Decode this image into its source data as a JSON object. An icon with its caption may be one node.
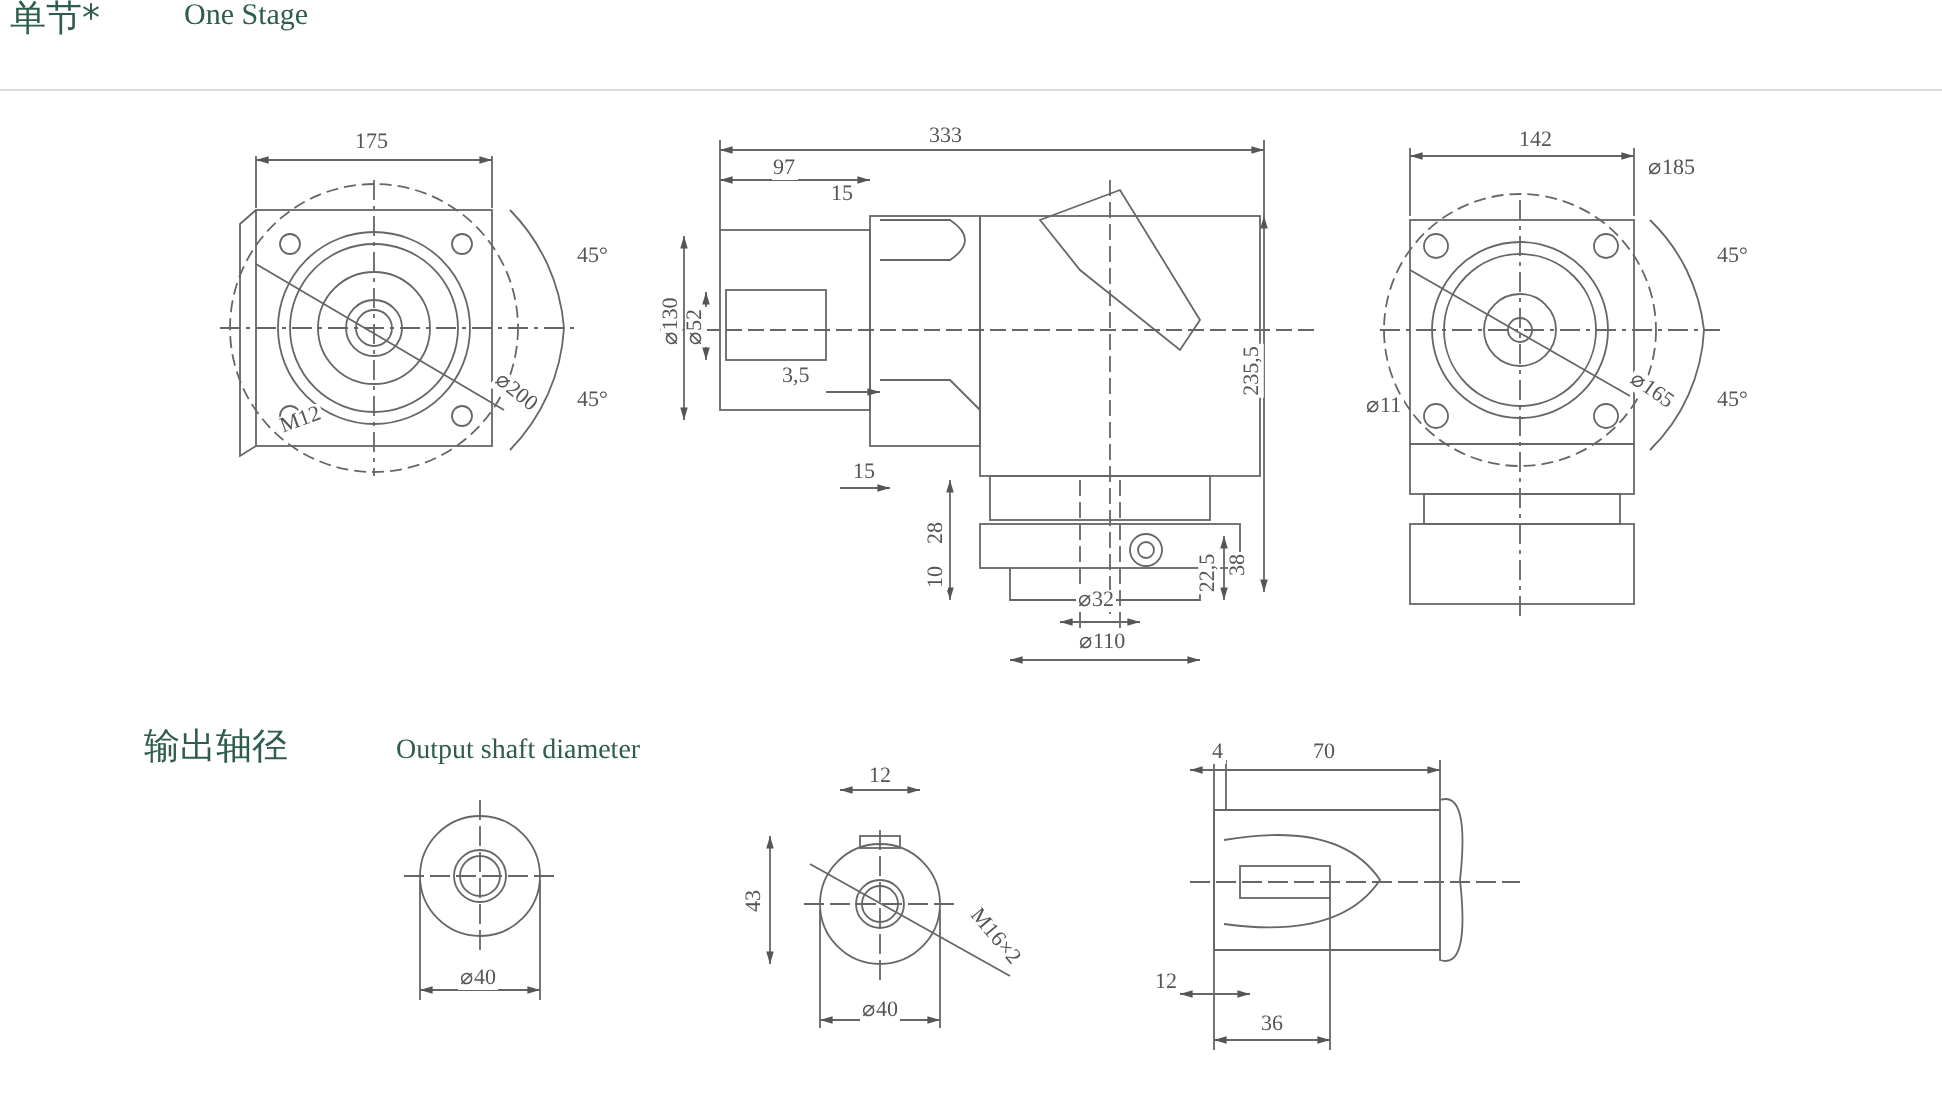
{
  "diagram": {
    "title": "单节*",
    "labels": [
      "One Stage",
      "175",
      "45°",
      "⌀200",
      "45°",
      "M12",
      "333",
      "97",
      "15",
      "⌀130",
      "⌀52",
      "3,5",
      "15",
      "235,5",
      "28",
      "10",
      "22,5",
      "38",
      "⌀32",
      "⌀110",
      "142",
      "⌀185",
      "45°",
      "⌀11",
      "⌀165",
      "45°",
      "输出轴径",
      "Output shaft diameter",
      "⌀40",
      "12",
      "43",
      "⌀40",
      "M16×2",
      "4",
      "70",
      "12",
      "36"
    ]
  }
}
